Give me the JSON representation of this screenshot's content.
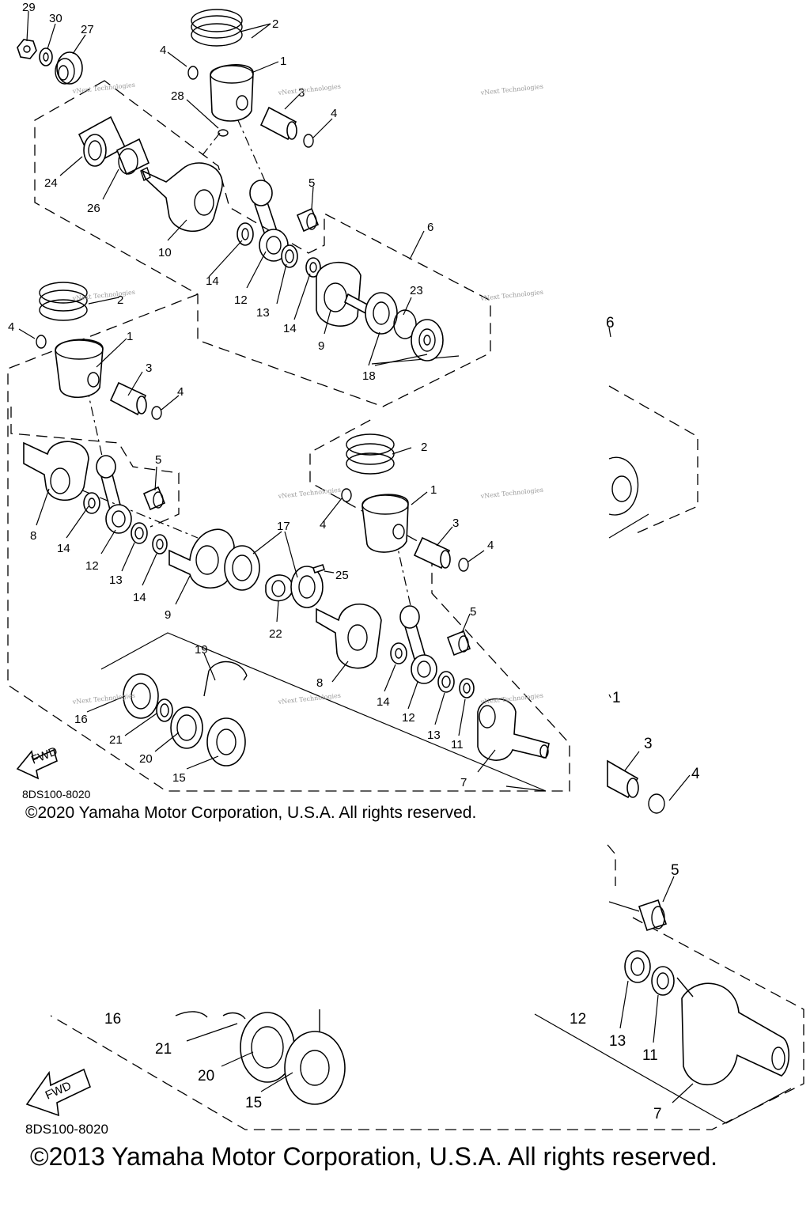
{
  "diagram": {
    "callouts_main": [
      {
        "id": "c29",
        "text": "29"
      },
      {
        "id": "c30",
        "text": "30"
      },
      {
        "id": "c27",
        "text": "27"
      },
      {
        "id": "c2a",
        "text": "2"
      },
      {
        "id": "c1a",
        "text": "1"
      },
      {
        "id": "c4a",
        "text": "4"
      },
      {
        "id": "c3a",
        "text": "3"
      },
      {
        "id": "c4b",
        "text": "4"
      },
      {
        "id": "c28",
        "text": "28"
      },
      {
        "id": "c24",
        "text": "24"
      },
      {
        "id": "c26",
        "text": "26"
      },
      {
        "id": "c5a",
        "text": "5"
      },
      {
        "id": "c6a",
        "text": "6"
      },
      {
        "id": "c10",
        "text": "10"
      },
      {
        "id": "c14a",
        "text": "14"
      },
      {
        "id": "c12a",
        "text": "12"
      },
      {
        "id": "c13a",
        "text": "13"
      },
      {
        "id": "c14b",
        "text": "14"
      },
      {
        "id": "c9a",
        "text": "9"
      },
      {
        "id": "c23",
        "text": "23"
      },
      {
        "id": "c18",
        "text": "18"
      },
      {
        "id": "c2b",
        "text": "2"
      },
      {
        "id": "c4c",
        "text": "4"
      },
      {
        "id": "c1b",
        "text": "1"
      },
      {
        "id": "c3b",
        "text": "3"
      },
      {
        "id": "c4d",
        "text": "4"
      },
      {
        "id": "c5b",
        "text": "5"
      },
      {
        "id": "c8a",
        "text": "8"
      },
      {
        "id": "c14c",
        "text": "14"
      },
      {
        "id": "c12b",
        "text": "12"
      },
      {
        "id": "c13b",
        "text": "13"
      },
      {
        "id": "c14d",
        "text": "14"
      },
      {
        "id": "c9b",
        "text": "9"
      },
      {
        "id": "c17",
        "text": "17"
      },
      {
        "id": "c25",
        "text": "25"
      },
      {
        "id": "c22",
        "text": "22"
      },
      {
        "id": "c2c",
        "text": "2"
      },
      {
        "id": "c1c",
        "text": "1"
      },
      {
        "id": "c4e",
        "text": "4"
      },
      {
        "id": "c3c",
        "text": "3"
      },
      {
        "id": "c4f",
        "text": "4"
      },
      {
        "id": "c5c",
        "text": "5"
      },
      {
        "id": "c19",
        "text": "19"
      },
      {
        "id": "c8b",
        "text": "8"
      },
      {
        "id": "c14e",
        "text": "14"
      },
      {
        "id": "c12c",
        "text": "12"
      },
      {
        "id": "c13c",
        "text": "13"
      },
      {
        "id": "c11a",
        "text": "11"
      },
      {
        "id": "c16a",
        "text": "16"
      },
      {
        "id": "c21a",
        "text": "21"
      },
      {
        "id": "c20a",
        "text": "20"
      },
      {
        "id": "c15a",
        "text": "15"
      },
      {
        "id": "c7a",
        "text": "7"
      }
    ],
    "callouts_zoom": [
      {
        "id": "z6",
        "text": "6"
      },
      {
        "id": "z1",
        "text": "1"
      },
      {
        "id": "z3",
        "text": "3"
      },
      {
        "id": "z4",
        "text": "4"
      },
      {
        "id": "z5",
        "text": "5"
      },
      {
        "id": "z12",
        "text": "12"
      },
      {
        "id": "z13",
        "text": "13"
      },
      {
        "id": "z11",
        "text": "11"
      },
      {
        "id": "z16",
        "text": "16"
      },
      {
        "id": "z21",
        "text": "21"
      },
      {
        "id": "z20",
        "text": "20"
      },
      {
        "id": "z15",
        "text": "15"
      },
      {
        "id": "z7",
        "text": "7"
      }
    ],
    "fwd_label": "FWD",
    "watermark": "vNext Technologies"
  },
  "footer_top": {
    "code": "8DS100-8020",
    "copyright": "©2020 Yamaha Motor Corporation, U.S.A. All rights reserved."
  },
  "footer_bottom": {
    "code": "8DS100-8020",
    "copyright": "©2013 Yamaha Motor Corporation, U.S.A. All rights reserved."
  }
}
